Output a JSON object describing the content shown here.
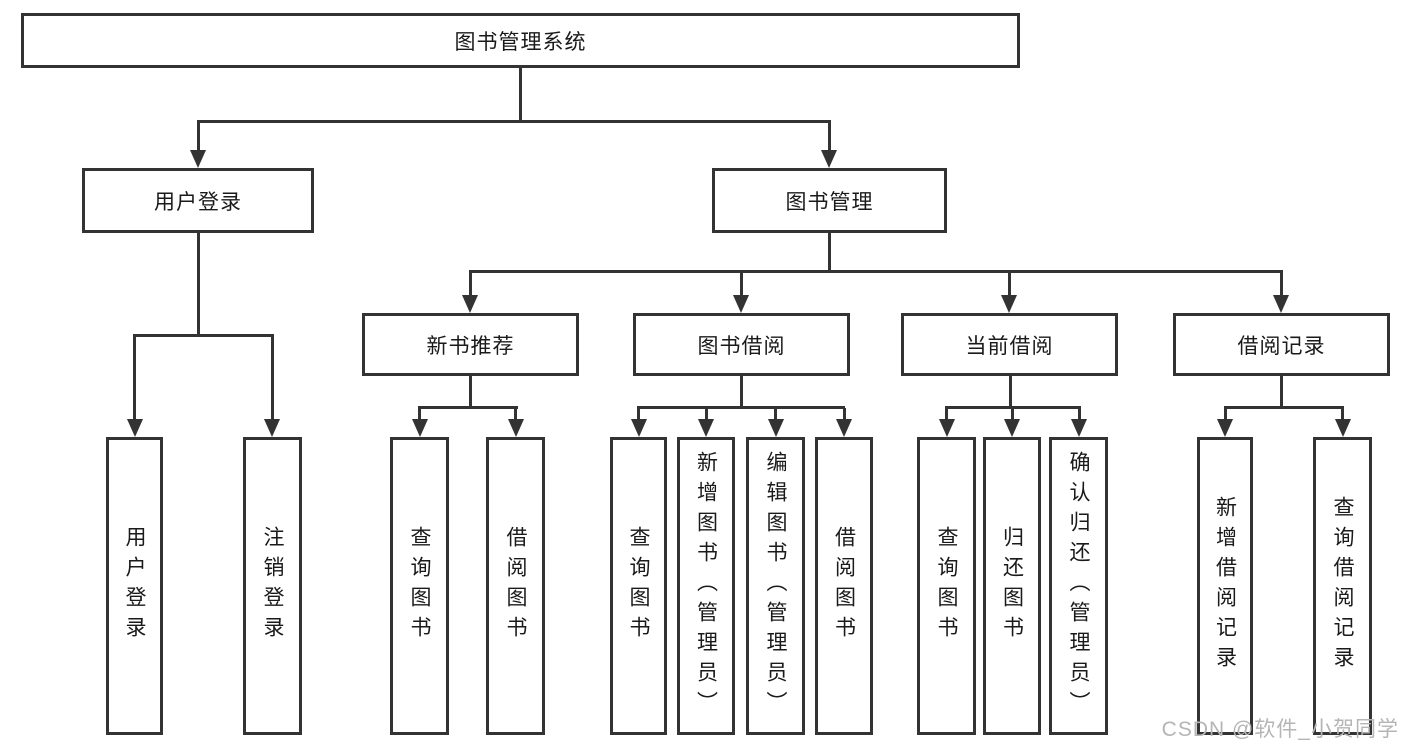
{
  "diagram": {
    "root": {
      "label": "图书管理系统"
    },
    "level2": [
      {
        "label": "用户登录"
      },
      {
        "label": "图书管理"
      }
    ],
    "level3": [
      {
        "label": "新书推荐"
      },
      {
        "label": "图书借阅"
      },
      {
        "label": "当前借阅"
      },
      {
        "label": "借阅记录"
      }
    ],
    "leaves": {
      "user_login": [
        {
          "label": "用户登录"
        },
        {
          "label": "注销登录"
        }
      ],
      "new_book": [
        {
          "label": "查询图书"
        },
        {
          "label": "借阅图书"
        }
      ],
      "book_borrow": [
        {
          "label": "查询图书"
        },
        {
          "label": "新增图书（管理员）"
        },
        {
          "label": "编辑图书（管理员）"
        },
        {
          "label": "借阅图书"
        }
      ],
      "current_borrow": [
        {
          "label": "查询图书"
        },
        {
          "label": "归还图书"
        },
        {
          "label": "确认归还（管理员）"
        }
      ],
      "borrow_records": [
        {
          "label": "新增借阅记录"
        },
        {
          "label": "查询借阅记录"
        }
      ]
    },
    "colors": {
      "line": "#333333",
      "box_border": "#333333",
      "text": "#1a1a1a",
      "background": "#ffffff",
      "watermark": "#b5b5b5"
    }
  },
  "watermark": {
    "text": "CSDN @软件_小贺同学"
  }
}
